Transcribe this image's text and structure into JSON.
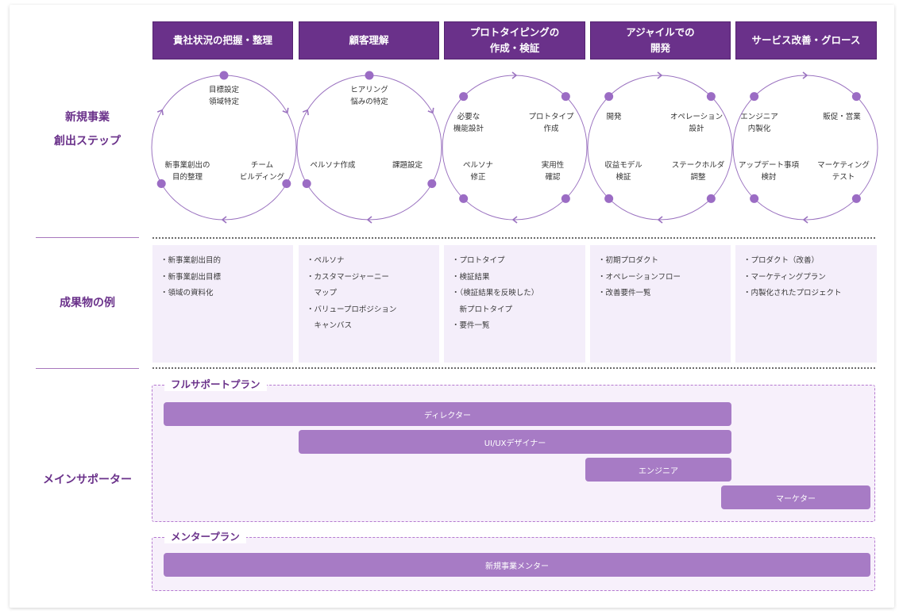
{
  "phases": [
    {
      "title_lines": [
        "貴社状況の把握・整理"
      ]
    },
    {
      "title_lines": [
        "顧客理解"
      ]
    },
    {
      "title_lines": [
        "プロトタイピングの",
        "作成・検証"
      ]
    },
    {
      "title_lines": [
        "アジャイルでの",
        "開発"
      ]
    },
    {
      "title_lines": [
        "サービス改善・グロース"
      ]
    }
  ],
  "row_labels": {
    "steps": [
      "新規事業",
      "創出ステップ"
    ],
    "deliverables": "成果物の例",
    "supporters": "メインサポーター"
  },
  "cycles": [
    {
      "labels": [
        {
          "pos": "top",
          "lines": [
            "目標設定",
            "領域特定"
          ]
        },
        {
          "pos": "bottom-right",
          "lines": [
            "チーム",
            "ビルディング"
          ]
        },
        {
          "pos": "bottom-left",
          "lines": [
            "新事業創出の",
            "目的整理"
          ]
        }
      ]
    },
    {
      "labels": [
        {
          "pos": "top",
          "lines": [
            "ヒアリング",
            "悩みの特定"
          ]
        },
        {
          "pos": "bottom-right",
          "lines": [
            "課題設定"
          ]
        },
        {
          "pos": "bottom-left",
          "lines": [
            "ペルソナ作成"
          ]
        }
      ]
    },
    {
      "labels": [
        {
          "pos": "top-left",
          "lines": [
            "必要な",
            "機能設計"
          ]
        },
        {
          "pos": "top-right",
          "lines": [
            "プロトタイプ",
            "作成"
          ]
        },
        {
          "pos": "bottom-right",
          "lines": [
            "実用性",
            "確認"
          ]
        },
        {
          "pos": "bottom-left",
          "lines": [
            "ペルソナ",
            "修正"
          ]
        }
      ]
    },
    {
      "labels": [
        {
          "pos": "top-left",
          "lines": [
            "開発"
          ]
        },
        {
          "pos": "top-right",
          "lines": [
            "オペレーション",
            "設計"
          ]
        },
        {
          "pos": "bottom-right",
          "lines": [
            "ステークホルダ",
            "調整"
          ]
        },
        {
          "pos": "bottom-left",
          "lines": [
            "収益モデル",
            "検証"
          ]
        }
      ]
    },
    {
      "labels": [
        {
          "pos": "top-left",
          "lines": [
            "エンジニア",
            "内製化"
          ]
        },
        {
          "pos": "top-right",
          "lines": [
            "販促・営業"
          ]
        },
        {
          "pos": "bottom-right",
          "lines": [
            "マーケティング",
            "テスト"
          ]
        },
        {
          "pos": "bottom-left",
          "lines": [
            "アップデート事項",
            "検討"
          ]
        }
      ]
    }
  ],
  "deliverables": [
    [
      "・新事業創出目的",
      "・新事業創出目標",
      "・領域の資料化"
    ],
    [
      "・ペルソナ",
      "・カスタマージャーニー",
      "　マップ",
      "・バリュープロポジション",
      "　キャンバス"
    ],
    [
      "・プロトタイプ",
      "・検証結果",
      "・（検証結果を反映した）",
      "　新プロトタイプ",
      "・要件一覧"
    ],
    [
      "・初期プロダクト",
      "・オペレーションフロー",
      "・改善要件一覧"
    ],
    [
      "・プロダクト（改善）",
      "・マーケティングプラン",
      "・内製化されたプロジェクト"
    ]
  ],
  "plans": {
    "full": {
      "title": "フルサポートプラン",
      "bars": [
        "ディレクター",
        "UI/UXデザイナー",
        "エンジニア",
        "マーケター"
      ]
    },
    "mentor": {
      "title": "メンタープラン",
      "bars": [
        "新規事業メンター"
      ]
    }
  },
  "colors": {
    "primary": "#6a318a",
    "bar": "#a77bc5",
    "panel": "#f4eefa",
    "cycle_line": "#9b73c0",
    "dot": "#9b6cc4"
  }
}
